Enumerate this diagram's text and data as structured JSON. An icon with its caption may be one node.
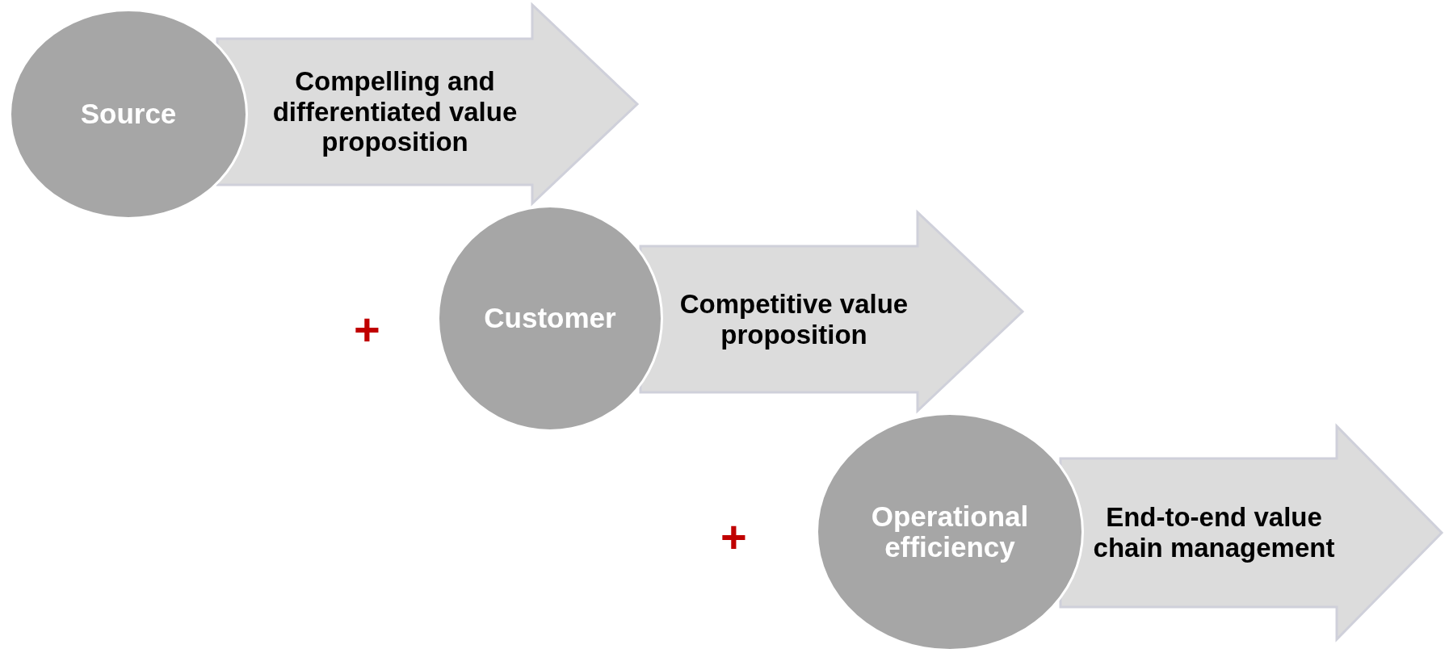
{
  "diagram": {
    "nodes": [
      {
        "text": [
          "Source"
        ]
      },
      {
        "text": [
          "Compelling and differentiated value proposition"
        ]
      },
      {
        "text": [
          "Customer"
        ]
      },
      {
        "text": [
          "Competitive value proposition"
        ]
      },
      {
        "text": [
          "Operational efficiency"
        ]
      },
      {
        "text": [
          "End-to-end value chain management"
        ]
      }
    ],
    "labels": [
      "+",
      "+"
    ]
  }
}
